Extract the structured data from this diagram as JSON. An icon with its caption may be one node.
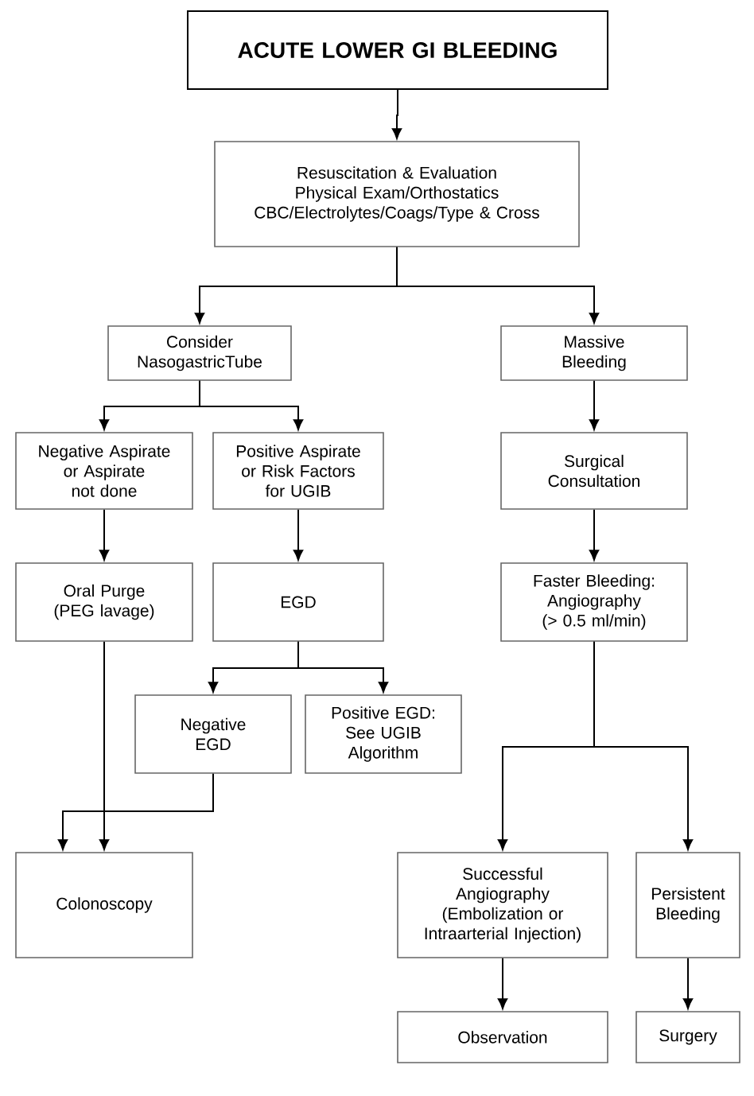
{
  "diagram": {
    "nodes": [
      {
        "text": [
          "ACUTE LOWER GI BLEEDING"
        ]
      },
      {
        "text": [
          "Resuscitation & Evaluation",
          "Physical Exam/Orthostatics",
          "CBC/Electrolytes/Coags/Type & Cross"
        ]
      },
      {
        "text": [
          "Consider NasogastricTube"
        ]
      },
      {
        "text": [
          "Massive Bleeding"
        ]
      },
      {
        "text": [
          "Negative Aspirate or Aspirate not done"
        ]
      },
      {
        "text": [
          "Positive Aspirate or Risk Factors for UGIB"
        ]
      },
      {
        "text": [
          "Surgical Consultation"
        ]
      },
      {
        "text": [
          "Oral Purge (PEG lavage)"
        ]
      },
      {
        "text": [
          "EGD"
        ]
      },
      {
        "text": [
          "Faster Bleeding: Angiography (> 0.5 ml/min)"
        ]
      },
      {
        "text": [
          "Negative EGD"
        ]
      },
      {
        "text": [
          "Positive EGD: See UGIB Algorithm"
        ]
      },
      {
        "text": [
          "Colonoscopy"
        ]
      },
      {
        "text": [
          "Successful Angiography (Embolization or Intraarterial Injection)"
        ]
      },
      {
        "text": [
          "Persistent Bleeding"
        ]
      },
      {
        "text": [
          "Observation"
        ]
      },
      {
        "text": [
          "Surgery"
        ]
      }
    ],
    "edges": [
      {
        "from": 0,
        "to": 1,
        "arrow": "to"
      },
      {
        "from": 1,
        "to": 2,
        "arrow": "to"
      },
      {
        "from": 1,
        "to": 3,
        "arrow": "to"
      },
      {
        "from": 2,
        "to": 4,
        "arrow": "to"
      },
      {
        "from": 2,
        "to": 5,
        "arrow": "to"
      },
      {
        "from": 3,
        "to": 6,
        "arrow": "to"
      },
      {
        "from": 4,
        "to": 7,
        "arrow": "to"
      },
      {
        "from": 5,
        "to": 8,
        "arrow": "to"
      },
      {
        "from": 6,
        "to": 9,
        "arrow": "to"
      },
      {
        "from": 8,
        "to": 10,
        "arrow": "to"
      },
      {
        "from": 8,
        "to": 11,
        "arrow": "to"
      },
      {
        "from": 7,
        "to": 12,
        "arrow": "to"
      },
      {
        "from": 10,
        "to": 12,
        "arrow": "to"
      },
      {
        "from": 9,
        "to": 13,
        "arrow": "to"
      },
      {
        "from": 9,
        "to": 14,
        "arrow": "to"
      },
      {
        "from": 13,
        "to": 15,
        "arrow": "to"
      },
      {
        "from": 14,
        "to": 16,
        "arrow": "to"
      }
    ]
  }
}
